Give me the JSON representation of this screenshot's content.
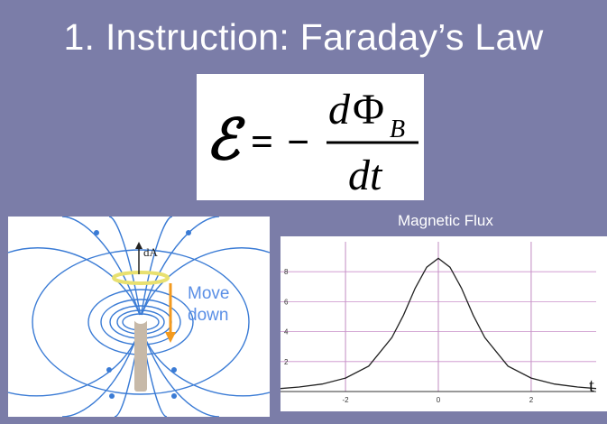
{
  "slide": {
    "title": "1. Instruction:  Faraday’s Law",
    "background_color": "#7b7da8"
  },
  "formula": {
    "emf_symbol": "ℰ",
    "equals": "=",
    "minus": "−",
    "numerator_d": "d",
    "numerator_phi": "Φ",
    "subscript": "B",
    "denominator": "dt"
  },
  "field_diagram": {
    "area_label": "dA",
    "move_line1": "Move",
    "move_line2": "down",
    "field_line_color": "#3a7bd5",
    "arrow_color": "#f39a1e",
    "ring_color": "#e8e070"
  },
  "chart_data": {
    "type": "line",
    "title": "Magnetic Flux",
    "xlabel": "t",
    "ylabel": "",
    "xlim": [
      -3.4,
      3.4
    ],
    "ylim": [
      0,
      10
    ],
    "x_ticks": [
      -2,
      0,
      2
    ],
    "y_ticks": [
      2,
      4,
      6,
      8
    ],
    "grid": true,
    "series": [
      {
        "x": [
          -3.4,
          -3.0,
          -2.5,
          -2.0,
          -1.5,
          -1.0,
          -0.75,
          -0.5,
          -0.25,
          0,
          0.25,
          0.5,
          0.75,
          1.0,
          1.5,
          2.0,
          2.5,
          3.0,
          3.4
        ],
        "values": [
          0.2,
          0.3,
          0.5,
          0.9,
          1.7,
          3.6,
          5.1,
          6.9,
          8.3,
          8.9,
          8.3,
          6.9,
          5.1,
          3.6,
          1.7,
          0.9,
          0.5,
          0.3,
          0.2
        ]
      }
    ]
  }
}
